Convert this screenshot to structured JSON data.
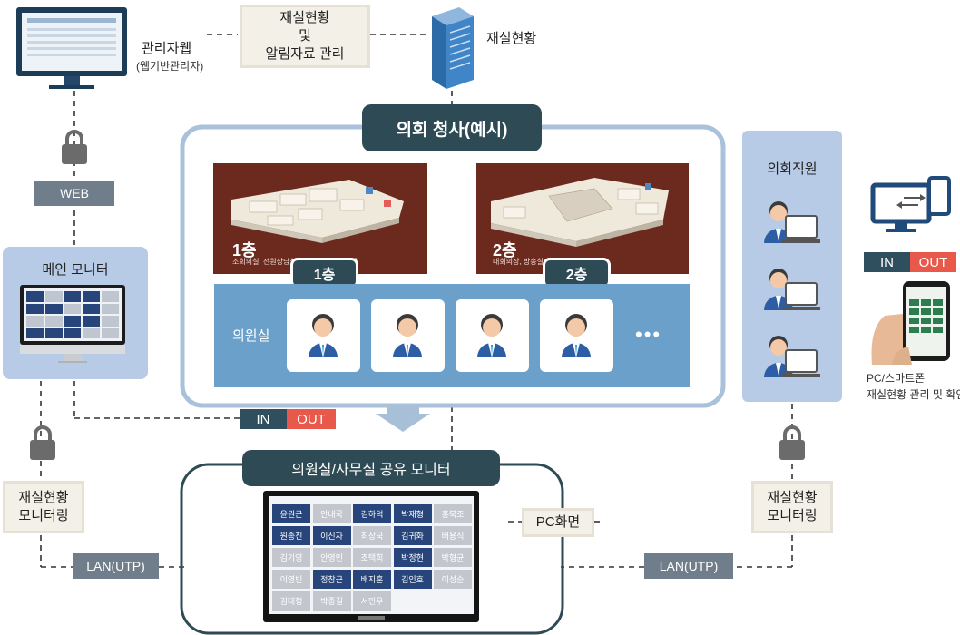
{
  "top": {
    "admin_label": "관리자웹",
    "admin_sub": "(웹기반관리자)",
    "center_box": [
      "재실현황",
      "및",
      "알림자료 관리"
    ],
    "server_label": "재실현황"
  },
  "left": {
    "web_tag": "WEB",
    "main_monitor_title": "메인 모니터",
    "monitoring_box": [
      "재실현황",
      "모니터링"
    ],
    "lan_tag": "LAN(UTP)"
  },
  "center": {
    "building_title": "의회 청사(예시)",
    "floor1": {
      "big": "1층",
      "tab": "1층",
      "sub": "소회의실, 전원상담실, 의사실, 의회사무국"
    },
    "floor2": {
      "big": "2층",
      "tab": "2층",
      "sub": "대회의장, 방송실"
    },
    "member_room_label": "의원실",
    "more": "•••",
    "in_label": "IN",
    "out_label": "OUT",
    "shared_monitor_title": "의원실/사무실 공유 모니터",
    "pc_label": "PC화면"
  },
  "right": {
    "staff_title": "의회직원",
    "monitoring_box": [
      "재실현황",
      "모니터링"
    ],
    "lan_tag": "LAN(UTP)",
    "in_label": "IN",
    "out_label": "OUT",
    "caption": [
      "PC/스마트폰",
      "재실현황 관리 및 확인"
    ]
  },
  "monitor_screen": {
    "rows": [
      [
        "윤권근",
        "안내국",
        "김하덕",
        "박재형",
        "홍북조"
      ],
      [
        "원종진",
        "이신자",
        "최상국",
        "김귀화",
        "배용식"
      ],
      [
        "김기영",
        "안영민",
        "조택희",
        "박정현",
        "박형균"
      ],
      [
        "이영빈",
        "정창근",
        "배지훈",
        "김인호",
        "이성순"
      ],
      [
        "김대형",
        "박종길",
        "서민우"
      ]
    ]
  },
  "colors": {
    "dark_teal": "#2d4a55",
    "slate": "#707e8b",
    "panel_blue": "#6aa0c9",
    "light_blue_panel": "#b8cbe6",
    "out_red": "#e8584b",
    "beige_box": "#f3f0e7"
  }
}
